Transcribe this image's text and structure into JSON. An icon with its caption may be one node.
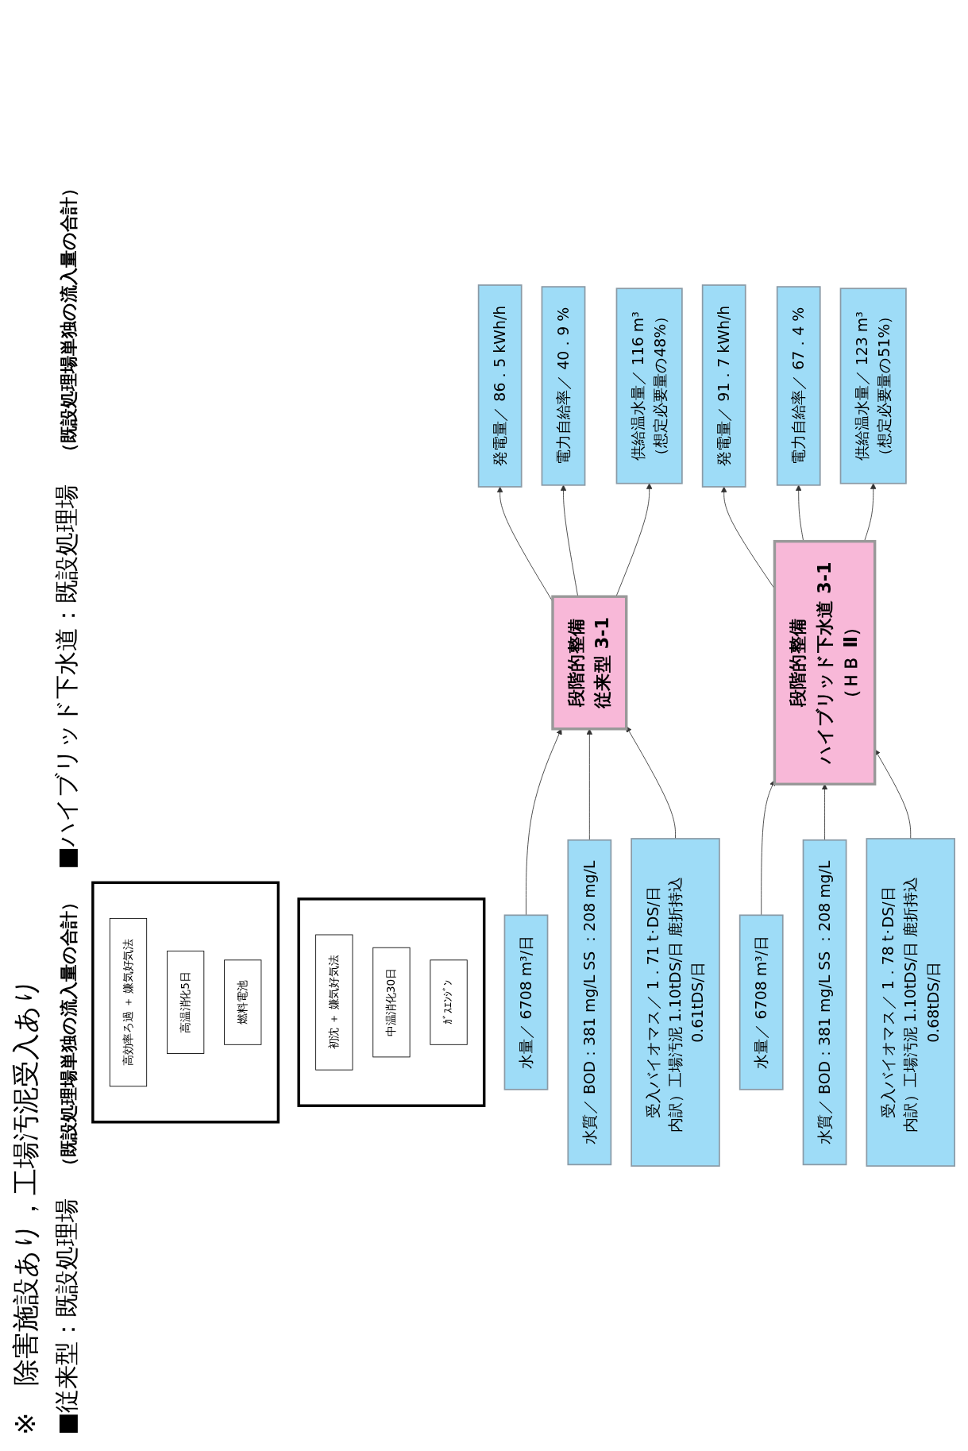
{
  "diagram": {
    "title": "※　除害施設あり，工場汚泥受入あり",
    "nodes": [
      {
        "text": [
          "水量／ 6708 m³/日"
        ]
      },
      {
        "text": [
          "水質／ BOD：381 mg/L SS ：208 mg/L"
        ]
      },
      {
        "text": [
          "受入バイオマス／ 1．71 t･DS/日",
          "内訳）工場汚泥 1.10tDS/日 鹿折持込 0.61tDS/日"
        ]
      },
      {
        "text": [
          "段階的整備",
          "従来型 3-1"
        ]
      },
      {
        "text": [
          "発電量／ 86．5 kWh/h"
        ]
      },
      {
        "text": [
          "電力自給率／ 40．9 %"
        ]
      },
      {
        "text": [
          "供給温水量／ 116 m³",
          "（想定必要量の48%）"
        ]
      },
      {
        "text": [],
        "shape": "box"
      },
      {
        "text": [
          "初沈 ＋ 嫌気好気法"
        ],
        "in": 7
      },
      {
        "text": [
          "中温消化30日"
        ],
        "in": 7
      },
      {
        "text": [
          "ｶﾞｽｴﾝｼﾞﾝ"
        ],
        "in": 7
      },
      {
        "text": [
          "水量／ 6708 m³/日"
        ]
      },
      {
        "text": [
          "水質／ BOD：381 mg/L SS ：208 mg/L"
        ]
      },
      {
        "text": [
          "受入バイオマス／ 1．78 t･DS/日",
          "内訳）工場汚泥 1.10tDS/日 鹿折持込 0.68tDS/日"
        ]
      },
      {
        "text": [
          "段階的整備",
          "ハイブリッド下水道 3-1",
          "（ＨＢ Ⅱ）"
        ]
      },
      {
        "text": [
          "発電量／ 91．7 kWh/h"
        ]
      },
      {
        "text": [
          "電力自給率／ 67．4 %"
        ]
      },
      {
        "text": [
          "供給温水量／ 123 m³",
          "（想定必要量の51%）"
        ]
      },
      {
        "text": [],
        "shape": "box"
      },
      {
        "text": [
          "高効率ろ過 ＋ 嫌気好気法"
        ],
        "in": 18
      },
      {
        "text": [
          "高温消化5日"
        ],
        "in": 18
      },
      {
        "text": [
          "燃料電池"
        ],
        "in": 18
      }
    ],
    "edges": [
      {
        "from": 0,
        "to": 3,
        "arrow": "to"
      },
      {
        "from": 1,
        "to": 3,
        "arrow": "to"
      },
      {
        "from": 2,
        "to": 3,
        "arrow": "to"
      },
      {
        "from": 3,
        "to": 4,
        "arrow": "to"
      },
      {
        "from": 3,
        "to": 5,
        "arrow": "to"
      },
      {
        "from": 3,
        "to": 6,
        "arrow": "to"
      },
      {
        "from": 11,
        "to": 14,
        "arrow": "to"
      },
      {
        "from": 12,
        "to": 14,
        "arrow": "to"
      },
      {
        "from": 13,
        "to": 14,
        "arrow": "to"
      },
      {
        "from": 14,
        "to": 15,
        "arrow": "to"
      },
      {
        "from": 14,
        "to": 16,
        "arrow": "to"
      },
      {
        "from": 14,
        "to": 17,
        "arrow": "to"
      }
    ],
    "labels": [
      "■従来型：既設処理場",
      "（既設処理場単独の流入量の合計）",
      "■ハイブリッド下水道：既設処理場",
      "（既設処理場単独の流入量の合計）"
    ]
  }
}
